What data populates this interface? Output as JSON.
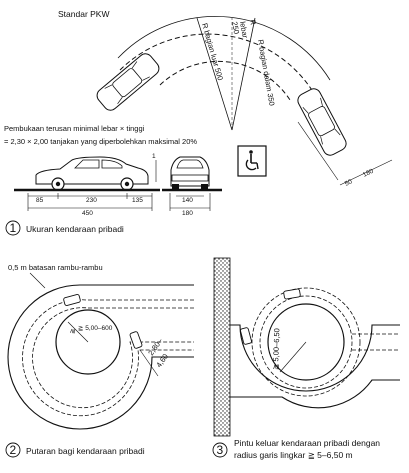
{
  "figure1": {
    "title": "Standar PKW",
    "radius_outer": "R bagian luar 500",
    "radius_inner": "R bagian dalam 350",
    "radius_200": "250",
    "radius_200_alt": "R",
    "radius_width": "lebar",
    "note_line1": "Pembukaan terusan minimal lebar × tinggi",
    "note_line2": "= 2,30 × 2,00 tanjakan yang diperbolehkan maksimal 20%",
    "dim_85": "85",
    "dim_230": "230",
    "dim_135": "135",
    "dim_450": "450",
    "dim_140": "140",
    "dim_180": "180",
    "dim_50": "50",
    "dim_180b": "180",
    "height_mark": "1",
    "caption_number": "1",
    "caption": "Ukuran kendaraan pribadi"
  },
  "figure2": {
    "label_top": "0,5 m batasan rambu-rambu",
    "radius": "≧ 5,00–600",
    "width_a": "2,80–",
    "width_b": "4,60",
    "caption_number": "2",
    "caption": "Putaran bagi kendaraan pribadi"
  },
  "figure3": {
    "radius": "≧ 5,00–6,50",
    "caption_number": "3",
    "caption_line1": "Pintu keluar kendaraan pribadi dengan",
    "caption_line2": "radius garis lingkar ≧ 5–6,50 m"
  },
  "icons": [
    "wheelchair-icon",
    "car-top-icon",
    "car-side-icon",
    "car-rear-icon"
  ]
}
